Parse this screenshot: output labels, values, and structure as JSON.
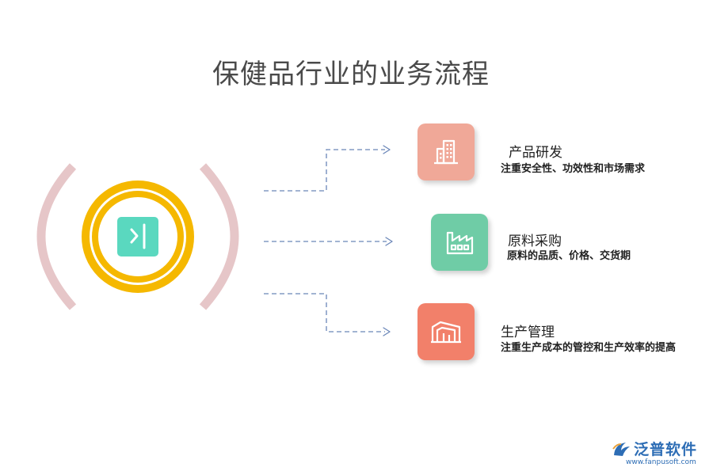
{
  "title": "保健品行业的业务流程",
  "items": [
    {
      "title": "产品研发",
      "description": "注重安全性、功效性和市场需求",
      "icon": "office-building-icon",
      "color": "#f0a898"
    },
    {
      "title": "原料采购",
      "description": "原料的品质、价格、交货期",
      "icon": "factory-icon",
      "color": "#6fcca6"
    },
    {
      "title": "生产管理",
      "description": "注重生产成本的管控和生产效率的提高",
      "icon": "warehouse-icon",
      "color": "#f2806a"
    }
  ],
  "center": {
    "icon": "panel-expand-icon",
    "ring_color": "#f5b800",
    "inner_color": "#5ad8bf",
    "arc_color": "#e6c6c8"
  },
  "connector_color": "#6a86b8",
  "logo": {
    "name": "泛普软件",
    "url": "www.fanpusoft.com",
    "color": "#2d6db5"
  }
}
